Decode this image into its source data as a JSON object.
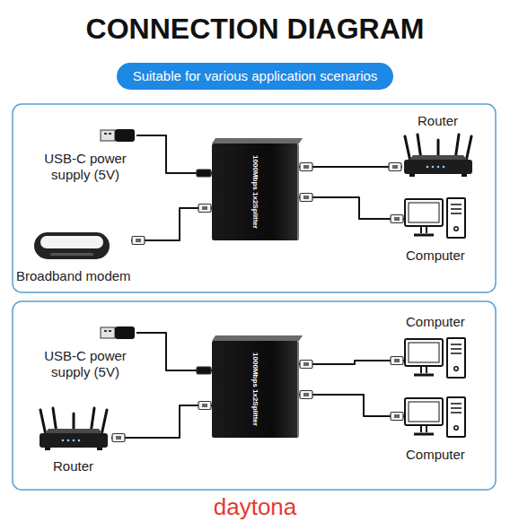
{
  "diagram": {
    "title": "CONNECTION DIAGRAM",
    "nodes": [
      {
        "text": [
          "Suitable for various application scenarios"
        ]
      },
      {
        "text": [
          "USB-C power supply (5V)"
        ]
      },
      {
        "text": [
          "1000Mbps 1x2Splitter"
        ]
      },
      {
        "text": [
          "Router"
        ]
      },
      {
        "text": [
          "Computer"
        ]
      },
      {
        "text": [
          "Broadband modem"
        ]
      },
      {
        "text": [
          "USB-C power supply (5V)"
        ]
      },
      {
        "text": [
          "1000Mbps 1x2Splitter"
        ]
      },
      {
        "text": [
          "Computer"
        ]
      },
      {
        "text": [
          "Computer"
        ]
      },
      {
        "text": [
          "Router"
        ]
      }
    ],
    "edges": [
      {
        "from": 1,
        "to": 2,
        "arrow": "none"
      },
      {
        "from": 5,
        "to": 2,
        "arrow": "none"
      },
      {
        "from": 2,
        "to": 3,
        "arrow": "none"
      },
      {
        "from": 2,
        "to": 4,
        "arrow": "none"
      },
      {
        "from": 6,
        "to": 7,
        "arrow": "none"
      },
      {
        "from": 10,
        "to": 7,
        "arrow": "none"
      },
      {
        "from": 7,
        "to": 8,
        "arrow": "none"
      },
      {
        "from": 7,
        "to": 9,
        "arrow": "none"
      }
    ],
    "labels": [
      "daytona"
    ]
  }
}
